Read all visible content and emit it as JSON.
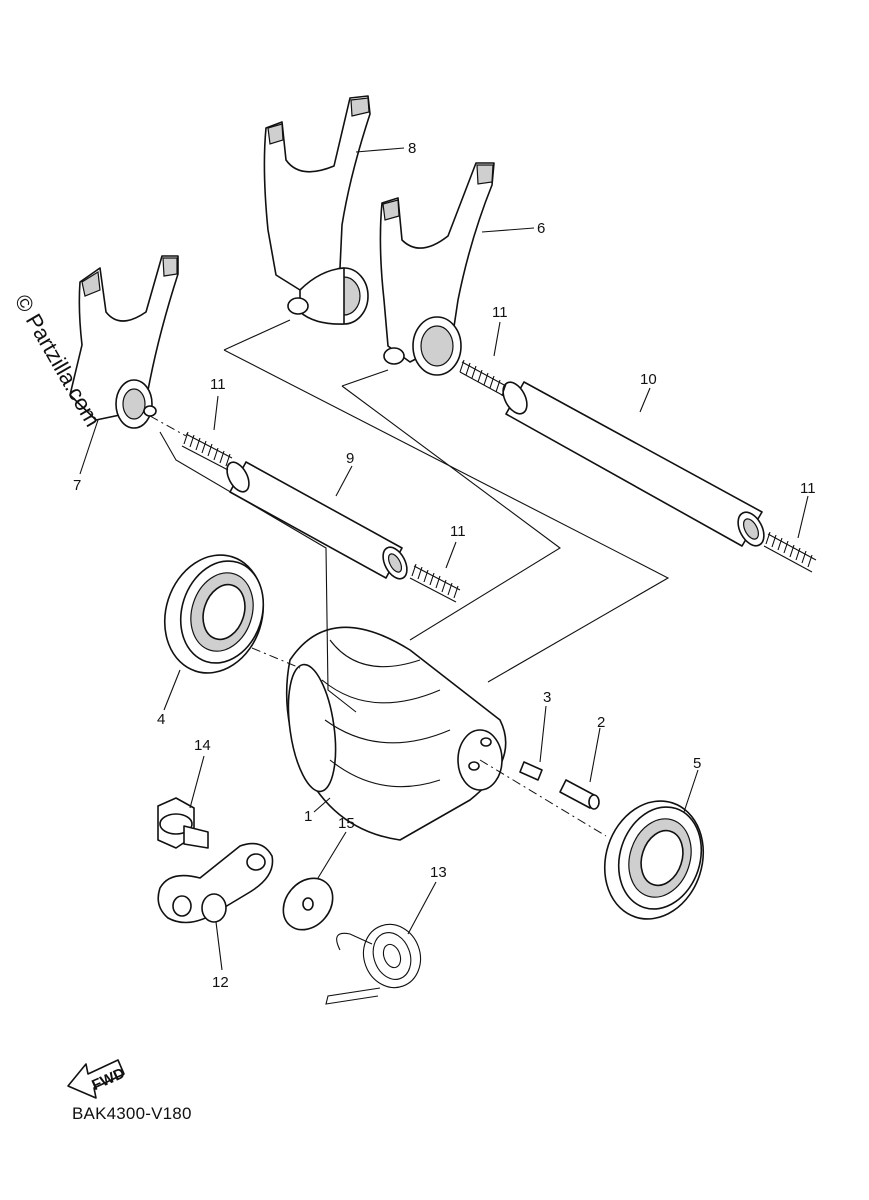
{
  "diagram": {
    "callouts": [
      "1",
      "2",
      "3",
      "4",
      "5",
      "6",
      "7",
      "8",
      "9",
      "10",
      "11",
      "12",
      "13",
      "14",
      "15"
    ],
    "fwd_label": "FWD",
    "diagram_code": "BAK4300-V180",
    "watermark": "© Partzilla.com"
  },
  "colors": {
    "line": "#111111",
    "shade": "#cfcfcf",
    "background": "#ffffff"
  }
}
